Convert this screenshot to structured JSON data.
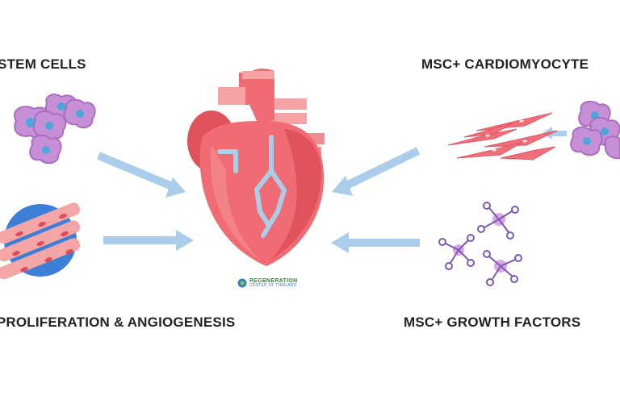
{
  "labels": {
    "top_left": "+ STEM CELLS",
    "top_right": "MSC+ CARDIOMYOCYTE",
    "bottom_left": ". PROLIFERATION & ANGIOGENESIS",
    "bottom_right": "MSC+ GROWTH FACTORS"
  },
  "logo": {
    "main": "REGENERATION",
    "sub": "CENTER OF THAILAND"
  },
  "colors": {
    "arrow": "#a9cdea",
    "heart": "#f06b73",
    "heart_dark": "#e0525c",
    "heart_light": "#f6a3a6",
    "vessel": "#a9cfe8",
    "stem_cell": "#c78fd6",
    "stem_nucleus": "#4aa8dc",
    "myocyte": "#f06f7a",
    "growth_factor": "#7a5ab0"
  }
}
